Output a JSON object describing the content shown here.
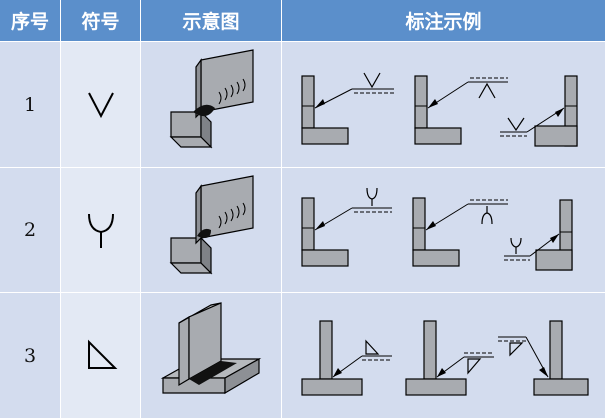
{
  "headers": {
    "no": "序号",
    "symbol": "符号",
    "diagram": "示意图",
    "example": "标注示例"
  },
  "rows": [
    {
      "no": "1",
      "symbol_icon": "v-groove-weld-symbol-icon"
    },
    {
      "no": "2",
      "symbol_icon": "y-groove-weld-symbol-icon"
    },
    {
      "no": "3",
      "symbol_icon": "fillet-weld-symbol-icon"
    }
  ],
  "colors": {
    "header_bg": "#5b8fcb",
    "row_bg": "#d3dcee",
    "part_fill": "#a8abb0",
    "weld_fill": "#111111"
  }
}
